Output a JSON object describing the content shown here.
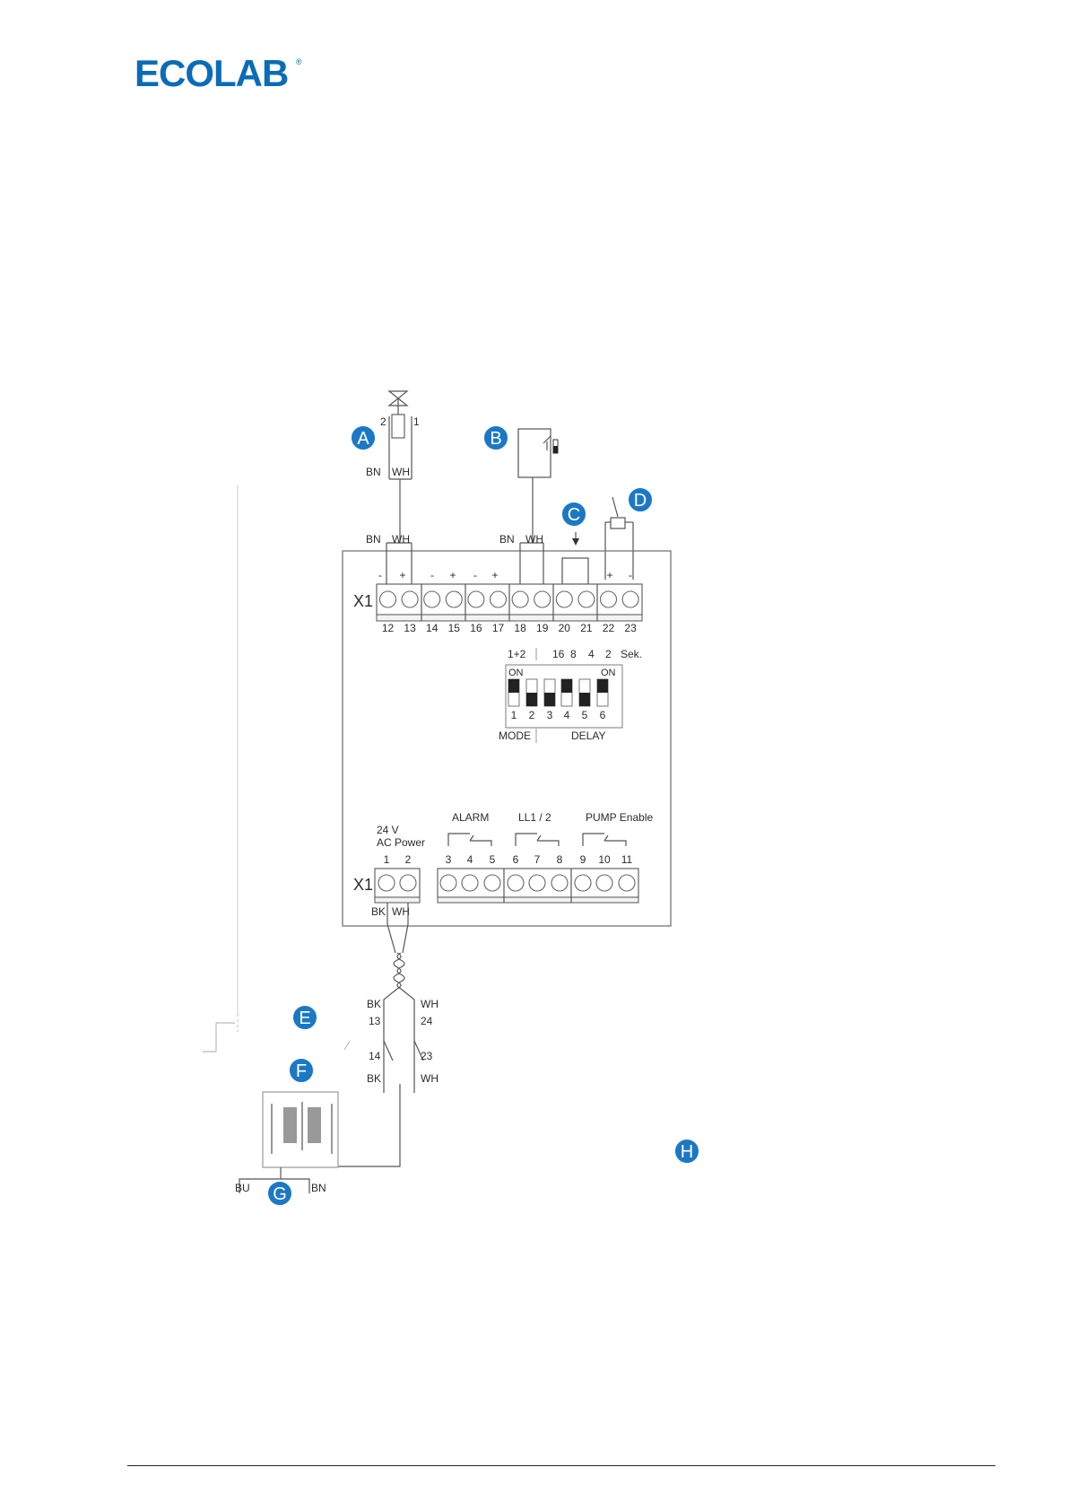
{
  "brand": {
    "logo_text": "ECOLAB",
    "registered": "®",
    "color": "#0a6cb7"
  },
  "colors": {
    "badge": "#1b78c4"
  },
  "labels": {
    "A": "A",
    "B": "B",
    "C": "C",
    "D": "D",
    "E": "E",
    "F": "F",
    "G": "G",
    "H": "H"
  },
  "valve": {
    "pin_left": "2",
    "pin_right": "1",
    "wire_left": "BN",
    "wire_right": "WH"
  },
  "upper_block": {
    "name": "X1",
    "wire_a_left": "BN",
    "wire_a_right": "WH",
    "wire_b_left": "BN",
    "wire_b_right": "WH",
    "polarities": [
      "-",
      "+",
      "-",
      "+",
      "-",
      "+",
      "+",
      "-"
    ],
    "terminals": [
      "12",
      "13",
      "14",
      "15",
      "16",
      "17",
      "18",
      "19",
      "20",
      "21",
      "22",
      "23"
    ]
  },
  "dip_switch": {
    "top_mode": "1+2",
    "top_delay": [
      "16",
      "8",
      "4",
      "2"
    ],
    "unit": "Sek.",
    "on_left": "ON",
    "on_right": "ON",
    "numbers": [
      "1",
      "2",
      "3",
      "4",
      "5",
      "6"
    ],
    "mode_label": "MODE",
    "delay_label": "DELAY"
  },
  "lower_block": {
    "name": "X1",
    "power_line1": "24 V",
    "power_line2": "AC Power",
    "alarm": "ALARM",
    "ll": "LL1 / 2",
    "pump": "PUMP Enable",
    "terminals": [
      "1",
      "2",
      "3",
      "4",
      "5",
      "6",
      "7",
      "8",
      "9",
      "10",
      "11"
    ],
    "wire_left": "BK",
    "wire_right": "WH"
  },
  "switch_e": {
    "top_left_wire": "BK",
    "top_right_wire": "WH",
    "top_left_pin": "13",
    "top_right_pin": "24",
    "bottom_left_pin": "14",
    "bottom_right_pin": "23",
    "bottom_left_wire": "BK",
    "bottom_right_wire": "WH"
  },
  "mains": {
    "left": "BU",
    "right": "BN"
  }
}
